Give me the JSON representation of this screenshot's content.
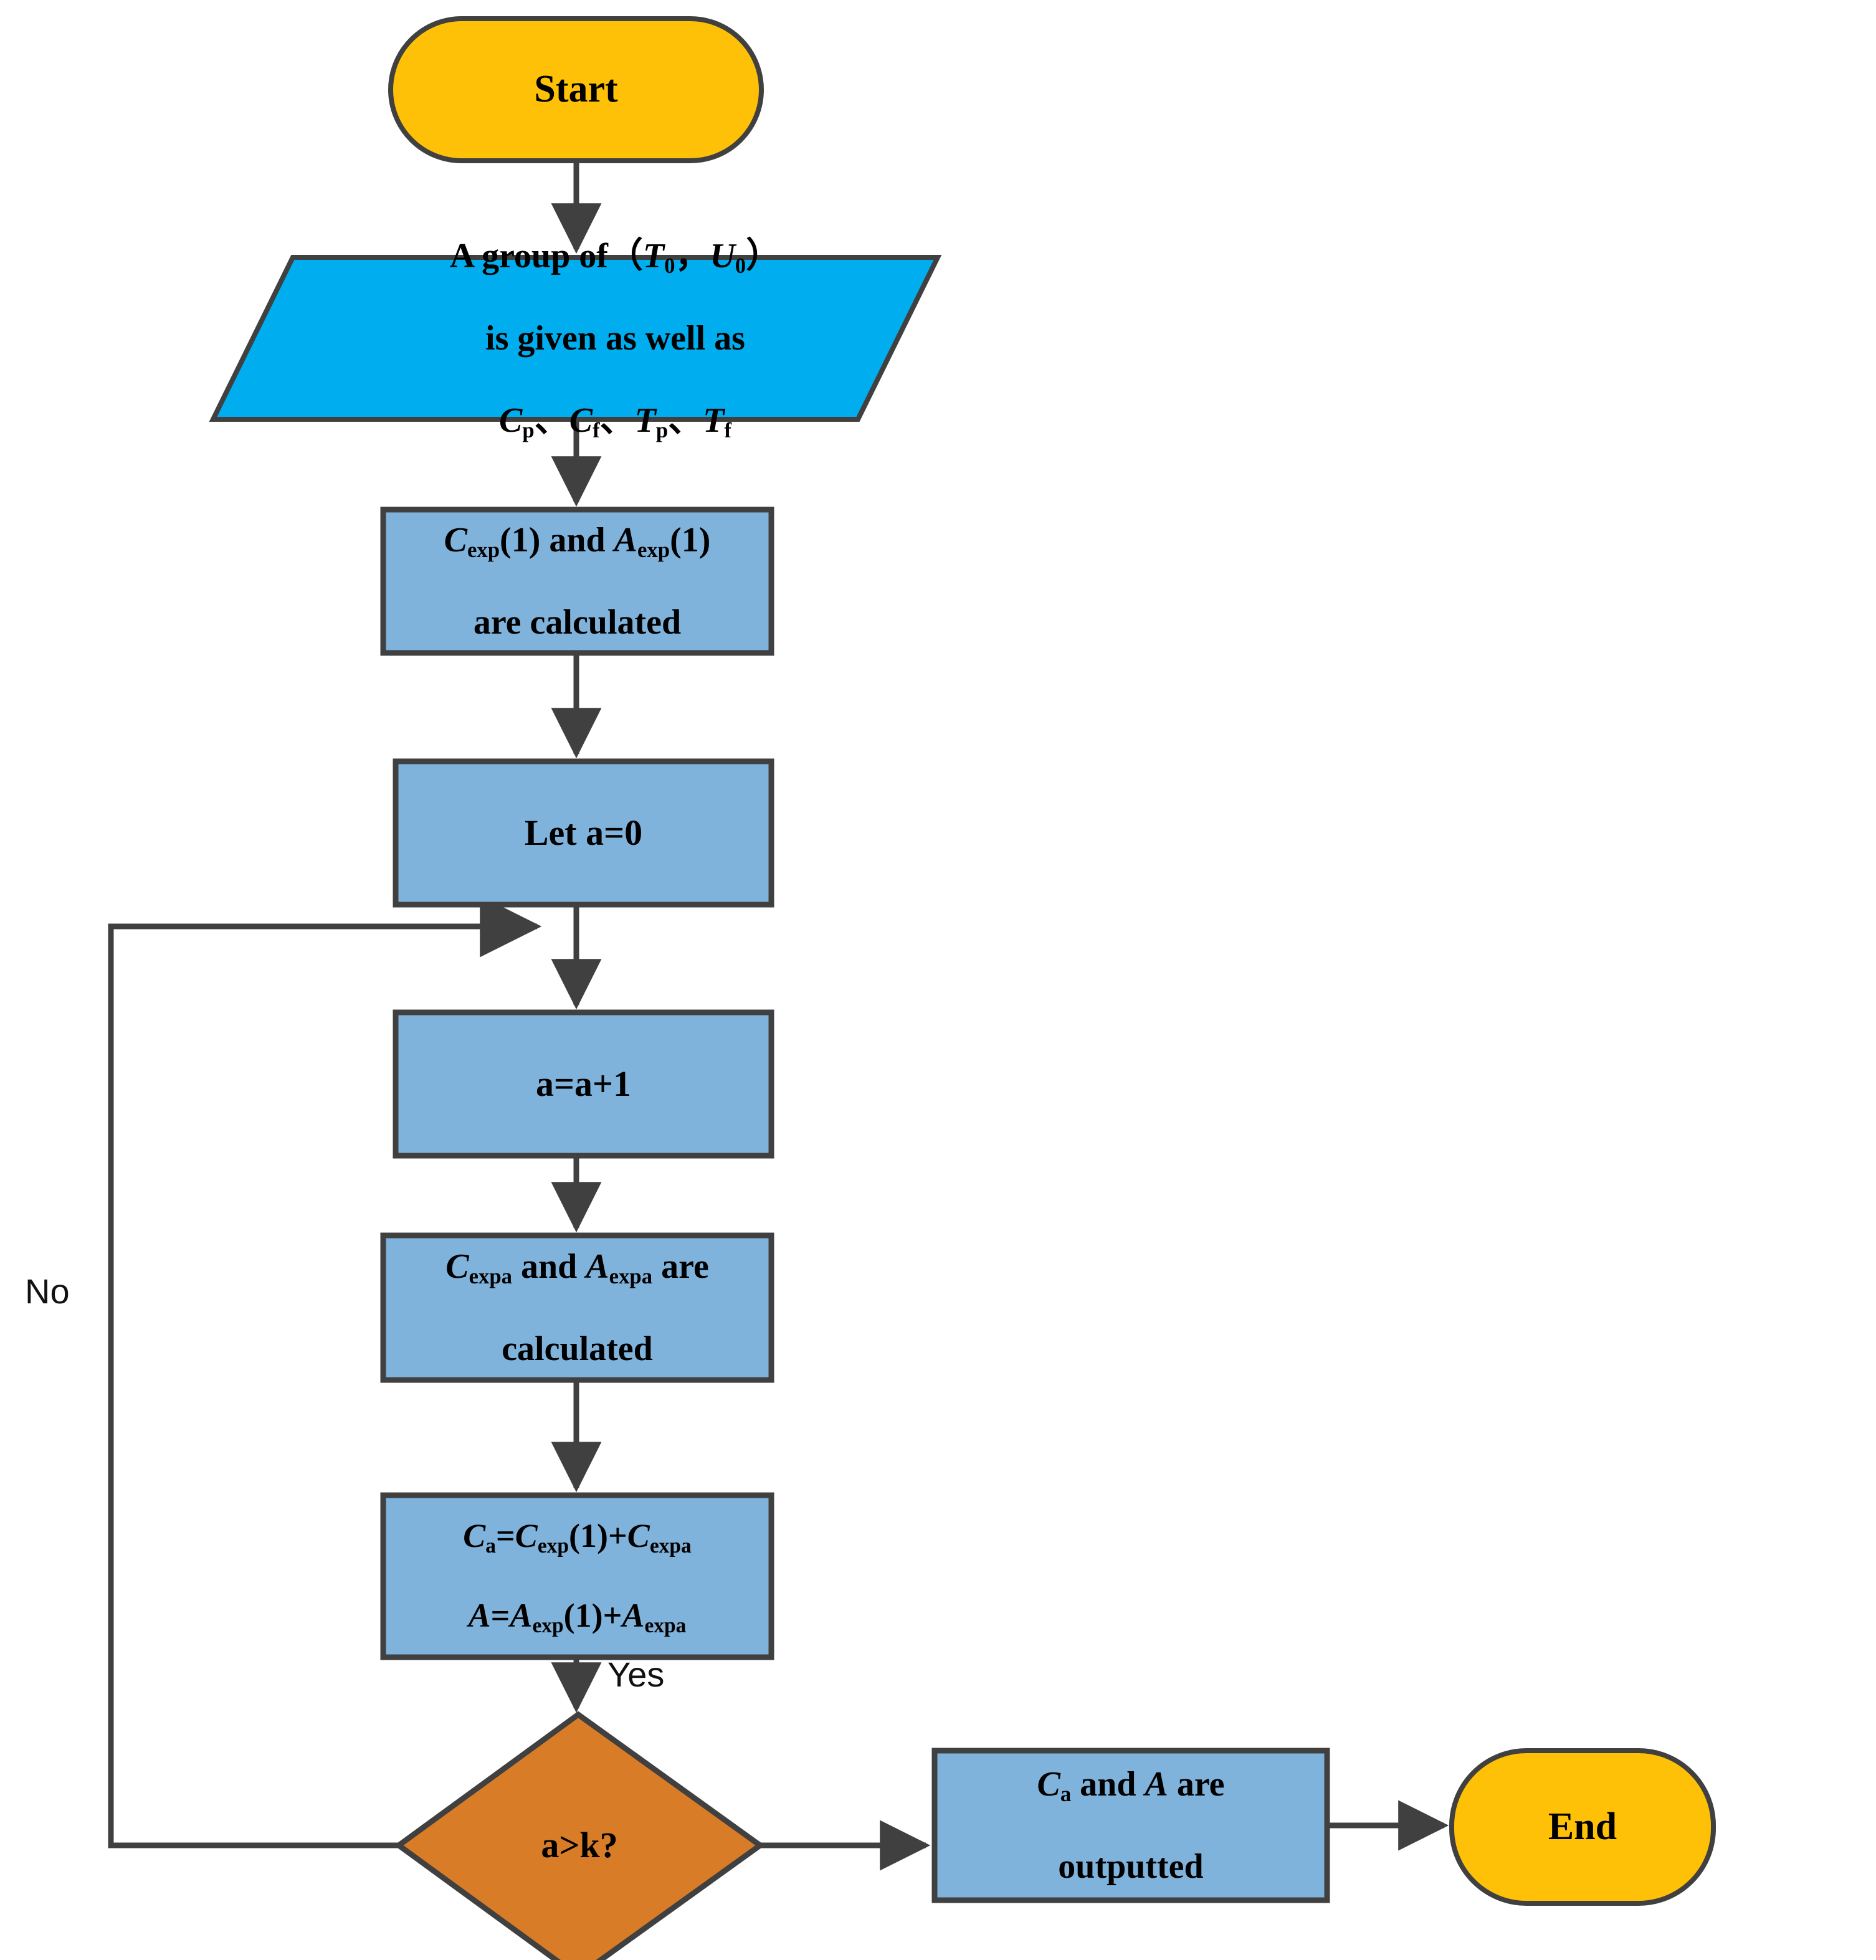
{
  "diagram": {
    "title": "Calculation flow chart",
    "colors": {
      "start_end_fill": "#FFC107",
      "input_fill": "#00AEEF",
      "process_fill": "#80B3DC",
      "decision_fill": "#D97C28",
      "stroke": "#404040",
      "text": "#000000",
      "background": "#FFFFFF"
    },
    "nodes": [
      {
        "id": "start",
        "shape": "stadium",
        "label": "Start"
      },
      {
        "id": "input",
        "shape": "parallelogram",
        "label_line1": "A group of（T0，U0）",
        "label_line2": "is given as well as",
        "label_line3": "Cp、Cf、Tp、Tf"
      },
      {
        "id": "proc1",
        "shape": "rectangle",
        "label_line1": "Cexp(1) and Aexp(1)",
        "label_line2": "are calculated"
      },
      {
        "id": "proc2",
        "shape": "rectangle",
        "label": "Let a=0"
      },
      {
        "id": "proc3",
        "shape": "rectangle",
        "label": "a=a+1"
      },
      {
        "id": "proc4",
        "shape": "rectangle",
        "label_line1": "Cexpa and Aexpa are",
        "label_line2": "calculated"
      },
      {
        "id": "proc5",
        "shape": "rectangle",
        "label_line1": "Ca=Cexp(1)+Cexpa",
        "label_line2": "A=Aexp(1)+Aexpa"
      },
      {
        "id": "decision",
        "shape": "diamond",
        "label": "a>k?"
      },
      {
        "id": "output",
        "shape": "rectangle",
        "label_line1": "Ca and A are",
        "label_line2": "outputted"
      },
      {
        "id": "end",
        "shape": "stadium",
        "label": "End"
      }
    ],
    "edge_labels": {
      "no": "No",
      "yes": "Yes"
    },
    "edges": [
      {
        "from": "start",
        "to": "input",
        "label": ""
      },
      {
        "from": "input",
        "to": "proc1",
        "label": ""
      },
      {
        "from": "proc1",
        "to": "proc2",
        "label": ""
      },
      {
        "from": "proc2",
        "to": "proc3",
        "label": ""
      },
      {
        "from": "proc3",
        "to": "proc4",
        "label": ""
      },
      {
        "from": "proc4",
        "to": "proc5",
        "label": ""
      },
      {
        "from": "proc5",
        "to": "decision",
        "label": "Yes"
      },
      {
        "from": "decision",
        "to": "output",
        "label": ""
      },
      {
        "from": "output",
        "to": "end",
        "label": ""
      },
      {
        "from": "decision",
        "to": "proc3",
        "label": "No"
      }
    ]
  }
}
